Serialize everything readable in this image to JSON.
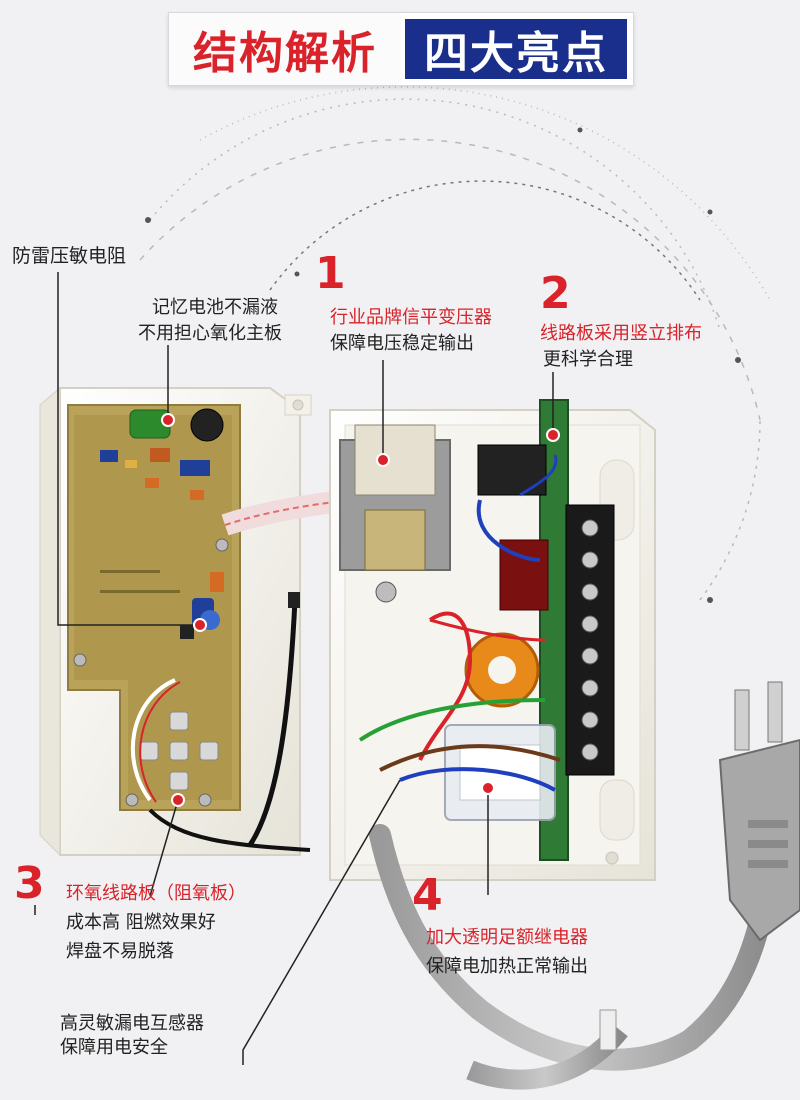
{
  "header": {
    "title_left": "结构解析",
    "title_right": "四大亮点"
  },
  "callouts": {
    "varistor": "防雷压敏电阻",
    "battery_line1": "记忆电池不漏液",
    "battery_line2": "不用担心氧化主板",
    "c1": {
      "number": "1",
      "title": "行业品牌信平变压器",
      "desc": "保障电压稳定输出"
    },
    "c2": {
      "number": "2",
      "title": "线路板采用竖立排布",
      "desc": "更科学合理"
    },
    "c3": {
      "number": "3",
      "title": "环氧线路板（阻氧板）",
      "desc1": "成本高 阻燃效果好",
      "desc2": "焊盘不易脱落"
    },
    "c4": {
      "number": "4",
      "title": "加大透明足额继电器",
      "desc": "保障电加热正常输出"
    },
    "sensor_line1": "高灵敏漏电互感器",
    "sensor_line2": "保障用电安全"
  },
  "colors": {
    "accent_red": "#d9222a",
    "title_blue": "#1a2f8c",
    "board_green": "#2f7a35",
    "case_white": "#f4f2ea"
  }
}
